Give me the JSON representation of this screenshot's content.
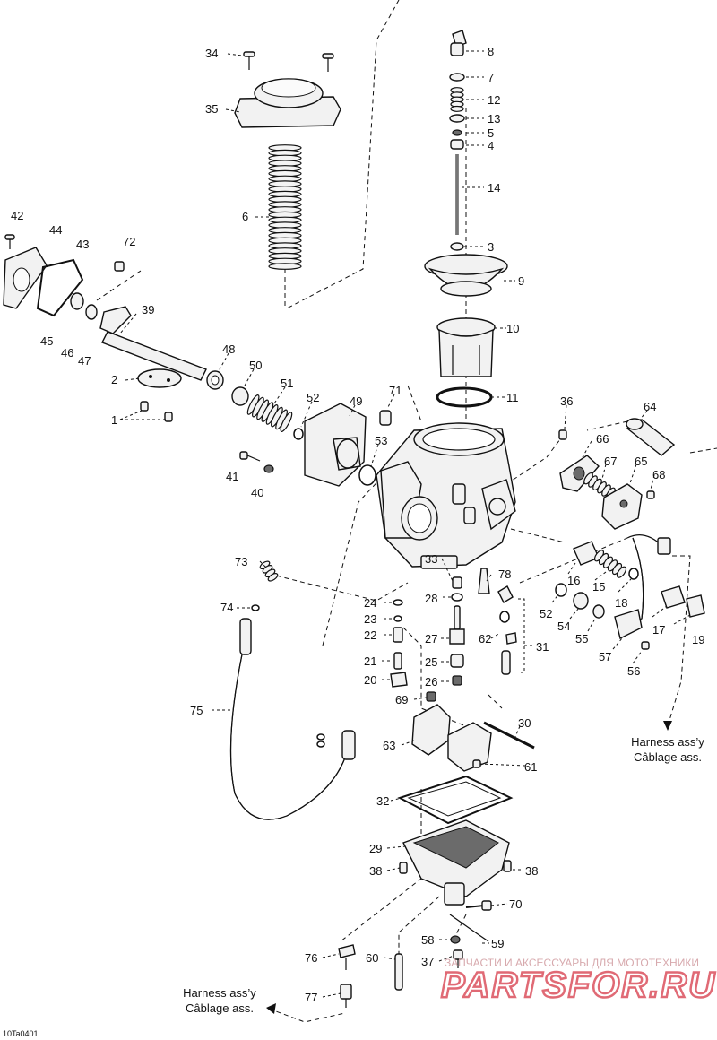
{
  "figure_code": "10Ta0401",
  "callouts": [
    {
      "id": "c34",
      "text": "34"
    },
    {
      "id": "c35",
      "text": "35"
    },
    {
      "id": "c6",
      "text": "6"
    },
    {
      "id": "c8",
      "text": "8"
    },
    {
      "id": "c7",
      "text": "7"
    },
    {
      "id": "c12",
      "text": "12"
    },
    {
      "id": "c13",
      "text": "13"
    },
    {
      "id": "c5",
      "text": "5"
    },
    {
      "id": "c4",
      "text": "4"
    },
    {
      "id": "c14",
      "text": "14"
    },
    {
      "id": "c3",
      "text": "3"
    },
    {
      "id": "c9",
      "text": "9"
    },
    {
      "id": "c10",
      "text": "10"
    },
    {
      "id": "c11",
      "text": "11"
    },
    {
      "id": "c42",
      "text": "42"
    },
    {
      "id": "c44",
      "text": "44"
    },
    {
      "id": "c43",
      "text": "43"
    },
    {
      "id": "c72",
      "text": "72"
    },
    {
      "id": "c39",
      "text": "39"
    },
    {
      "id": "c45",
      "text": "45"
    },
    {
      "id": "c46",
      "text": "46"
    },
    {
      "id": "c47",
      "text": "47"
    },
    {
      "id": "c2",
      "text": "2"
    },
    {
      "id": "c1",
      "text": "1"
    },
    {
      "id": "c48",
      "text": "48"
    },
    {
      "id": "c50",
      "text": "50"
    },
    {
      "id": "c51",
      "text": "51"
    },
    {
      "id": "c52a",
      "text": "52"
    },
    {
      "id": "c49",
      "text": "49"
    },
    {
      "id": "c71",
      "text": "71"
    },
    {
      "id": "c36",
      "text": "36"
    },
    {
      "id": "c64",
      "text": "64"
    },
    {
      "id": "c53",
      "text": "53"
    },
    {
      "id": "c41",
      "text": "41"
    },
    {
      "id": "c40",
      "text": "40"
    },
    {
      "id": "c66",
      "text": "66"
    },
    {
      "id": "c67",
      "text": "67"
    },
    {
      "id": "c65",
      "text": "65"
    },
    {
      "id": "c68",
      "text": "68"
    },
    {
      "id": "c73",
      "text": "73"
    },
    {
      "id": "c33",
      "text": "33"
    },
    {
      "id": "c78",
      "text": "78"
    },
    {
      "id": "c16",
      "text": "16"
    },
    {
      "id": "c15",
      "text": "15"
    },
    {
      "id": "c18",
      "text": "18"
    },
    {
      "id": "c24",
      "text": "24"
    },
    {
      "id": "c28",
      "text": "28"
    },
    {
      "id": "c74",
      "text": "74"
    },
    {
      "id": "c52b",
      "text": "52"
    },
    {
      "id": "c54",
      "text": "54"
    },
    {
      "id": "c17",
      "text": "17"
    },
    {
      "id": "c19",
      "text": "19"
    },
    {
      "id": "c23",
      "text": "23"
    },
    {
      "id": "c22",
      "text": "22"
    },
    {
      "id": "c27",
      "text": "27"
    },
    {
      "id": "c62",
      "text": "62"
    },
    {
      "id": "c31",
      "text": "31"
    },
    {
      "id": "c55",
      "text": "55"
    },
    {
      "id": "c57",
      "text": "57"
    },
    {
      "id": "c56",
      "text": "56"
    },
    {
      "id": "c21",
      "text": "21"
    },
    {
      "id": "c25",
      "text": "25"
    },
    {
      "id": "c20",
      "text": "20"
    },
    {
      "id": "c26",
      "text": "26"
    },
    {
      "id": "c69",
      "text": "69"
    },
    {
      "id": "c75",
      "text": "75"
    },
    {
      "id": "c30",
      "text": "30"
    },
    {
      "id": "c63",
      "text": "63"
    },
    {
      "id": "c61",
      "text": "61"
    },
    {
      "id": "c32",
      "text": "32"
    },
    {
      "id": "c29",
      "text": "29"
    },
    {
      "id": "c38a",
      "text": "38"
    },
    {
      "id": "c38b",
      "text": "38"
    },
    {
      "id": "c70",
      "text": "70"
    },
    {
      "id": "c58",
      "text": "58"
    },
    {
      "id": "c59",
      "text": "59"
    },
    {
      "id": "c76",
      "text": "76"
    },
    {
      "id": "c60",
      "text": "60"
    },
    {
      "id": "c37",
      "text": "37"
    },
    {
      "id": "c77",
      "text": "77"
    }
  ],
  "notes": {
    "harness_right_line1": "Harness ass’y",
    "harness_right_line2": "Câblage ass.",
    "harness_left_line1": "Harness ass’y",
    "harness_left_line2": "Câblage ass."
  },
  "watermark": {
    "subtitle": "ЗАПЧАСТИ И АКСЕССУАРЫ ДЛЯ МОТОТЕХНИКИ",
    "brand": "PARTSFOR.RU"
  }
}
